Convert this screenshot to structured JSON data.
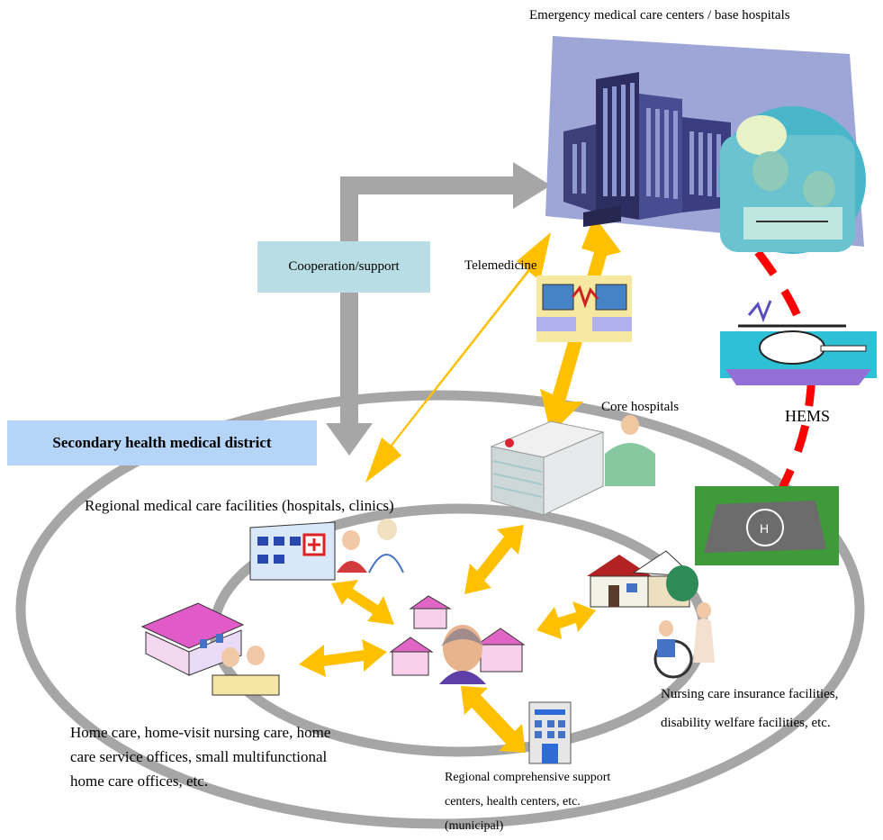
{
  "labels": {
    "emergency": "Emergency medical care centers / base hospitals",
    "cooperation": "Cooperation/support",
    "telemedicine": "Telemedicine",
    "core_hospitals": "Core hospitals",
    "hems": "HEMS",
    "district": "Secondary health medical district",
    "regional": "Regional medical care facilities (hospitals, clinics)",
    "nursing_line1": "Nursing care insurance facilities,",
    "nursing_line2": "disability welfare facilities, etc.",
    "home_line1": "Home care, home-visit nursing care, home",
    "home_line2": "care service offices, small multifunctional",
    "home_line3": "home care offices, etc.",
    "support_line1": "Regional comprehensive support",
    "support_line2": "centers, health centers, etc.",
    "support_line3": "(municipal)"
  },
  "icons": {
    "emergency_hospital": "hospital-tower-icon",
    "surgeons": "surgical-team-icon",
    "telemedicine": "telemedicine-computers-icon",
    "helicopter": "helicopter-icon",
    "helipad": "helipad-icon",
    "core_hospital": "hospital-building-icon",
    "doctor": "doctor-icon",
    "clinic": "clinic-icon",
    "patient_doctor": "patient-doctor-icon",
    "house_nursing": "house-icon",
    "wheelchair": "wheelchair-caregiver-icon",
    "home_care": "home-care-icon",
    "community": "community-elder-icon",
    "municipal_office": "municipal-office-icon"
  },
  "colors": {
    "ring": "#a6a6a6",
    "arrow_gray": "#a6a6a6",
    "arrow_yellow": "#ffc000",
    "hems_route": "#ff0000",
    "coop_box": "#b8dde4",
    "district_box": "#b4d4f8"
  }
}
